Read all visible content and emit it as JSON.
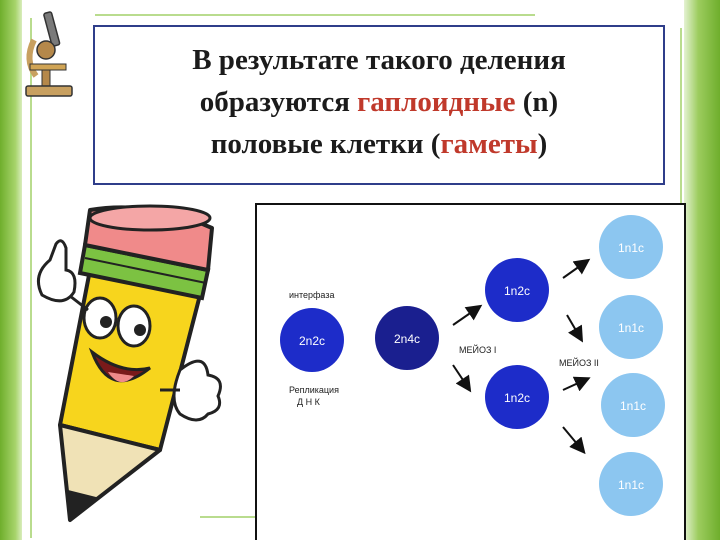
{
  "title": {
    "part1": "В результате такого деления",
    "part2a": "образуются ",
    "part2b": "гаплоидные",
    "part2c": " (n)",
    "part3a": "половые клетки (",
    "part3b": "гаметы",
    "part3c": ")"
  },
  "diagram": {
    "cells": [
      "2n2c",
      "2n4c",
      "1n2c",
      "1n2c",
      "1n1c",
      "1n1c",
      "1n1c",
      "1n1c"
    ],
    "labels": {
      "interphase": "интерфаза",
      "meiosis1": "МЕЙОЗ I",
      "meiosis2": "МЕЙОЗ II",
      "replication_line1": "Репликация",
      "replication_line2": "Д Н К"
    }
  },
  "colors": {
    "dark_blue": "#1d2cc9",
    "navy": "#1a1f8f",
    "light_blue": "#8cc6f0",
    "accent_red": "#c0392b",
    "border": "#2f3d8a"
  },
  "decorations": [
    "microscope-icon",
    "pencil-character"
  ]
}
